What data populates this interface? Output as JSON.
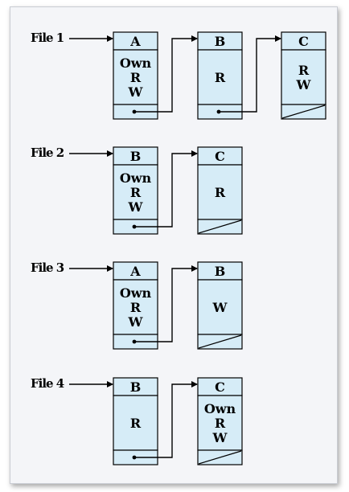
{
  "colors": {
    "box_fill": "#d6ecf7",
    "line": "#000000",
    "frame": "#f4f5f8"
  },
  "files": [
    {
      "label": "File 1",
      "nodes": [
        {
          "domain": "A",
          "rights": [
            "Own",
            "R",
            "W"
          ],
          "next": true
        },
        {
          "domain": "B",
          "rights": [
            "R"
          ],
          "next": true
        },
        {
          "domain": "C",
          "rights": [
            "R",
            "W"
          ],
          "next": false
        }
      ]
    },
    {
      "label": "File 2",
      "nodes": [
        {
          "domain": "B",
          "rights": [
            "Own",
            "R",
            "W"
          ],
          "next": true
        },
        {
          "domain": "C",
          "rights": [
            "R"
          ],
          "next": false
        }
      ]
    },
    {
      "label": "File 3",
      "nodes": [
        {
          "domain": "A",
          "rights": [
            "Own",
            "R",
            "W"
          ],
          "next": true
        },
        {
          "domain": "B",
          "rights": [
            "W"
          ],
          "next": false
        }
      ]
    },
    {
      "label": "File 4",
      "nodes": [
        {
          "domain": "B",
          "rights": [
            "R"
          ],
          "next": true
        },
        {
          "domain": "C",
          "rights": [
            "Own",
            "R",
            "W"
          ],
          "next": false
        }
      ]
    }
  ]
}
